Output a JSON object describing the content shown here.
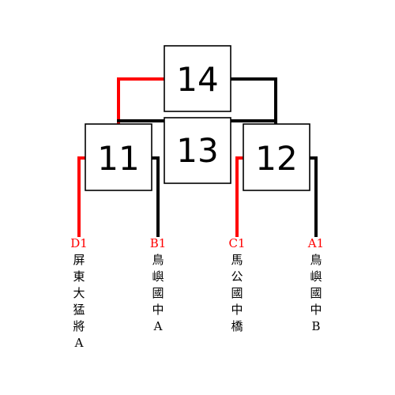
{
  "matches": {
    "final": "14",
    "third_place": "13",
    "semifinal_left": "11",
    "semifinal_right": "12"
  },
  "teams": [
    {
      "seed": "D1",
      "name": [
        "屏",
        "東",
        "大",
        "猛",
        "將",
        "A"
      ],
      "seed_color": "#ff0000"
    },
    {
      "seed": "B1",
      "name": [
        "鳥",
        "嶼",
        "國",
        "中",
        "A"
      ],
      "seed_color": "#ff0000"
    },
    {
      "seed": "C1",
      "name": [
        "馬",
        "公",
        "國",
        "中",
        "橋"
      ],
      "seed_color": "#ff0000"
    },
    {
      "seed": "A1",
      "name": [
        "鳥",
        "嶼",
        "國",
        "中",
        "B"
      ],
      "seed_color": "#ff0000"
    }
  ],
  "colors": {
    "winner_line": "#ff0000",
    "loser_line": "#000000"
  }
}
